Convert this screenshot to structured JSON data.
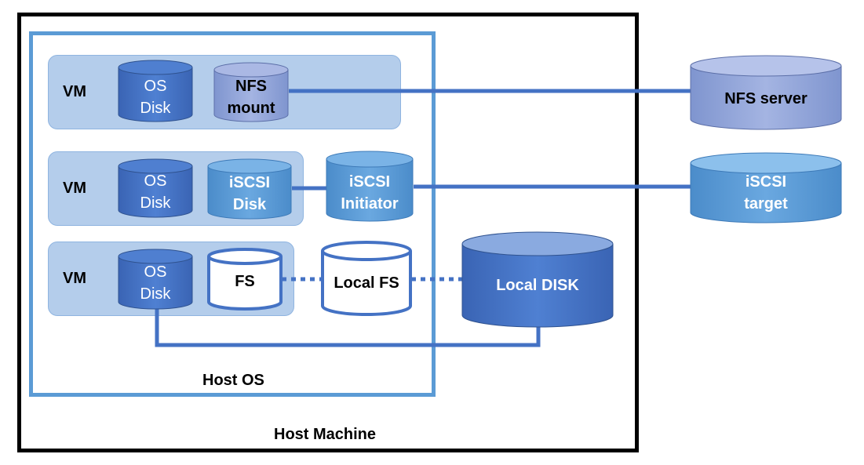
{
  "host_machine": {
    "label": "Host Machine"
  },
  "host_os": {
    "label": "Host OS"
  },
  "vms": [
    {
      "label": "VM",
      "os_disk": [
        "OS",
        "Disk"
      ],
      "mount": [
        "NFS",
        "mount"
      ]
    },
    {
      "label": "VM",
      "os_disk": [
        "OS",
        "Disk"
      ],
      "mount": [
        "iSCSI",
        "Disk"
      ]
    },
    {
      "label": "VM",
      "os_disk": [
        "OS",
        "Disk"
      ],
      "mount": [
        "FS"
      ]
    }
  ],
  "iscsi_initiator": [
    "iSCSI",
    "Initiator"
  ],
  "local_fs": "Local FS",
  "local_disk": "Local DISK",
  "nfs_server": "NFS server",
  "iscsi_target": [
    "iSCSI",
    "target"
  ],
  "colors": {
    "dark_blue": "#4472c4",
    "medium_blue": "#5b9bd5",
    "nfs_purple": "#8ea3d6",
    "vm_bg": "#b4cdeb",
    "line": "#4472c4"
  }
}
